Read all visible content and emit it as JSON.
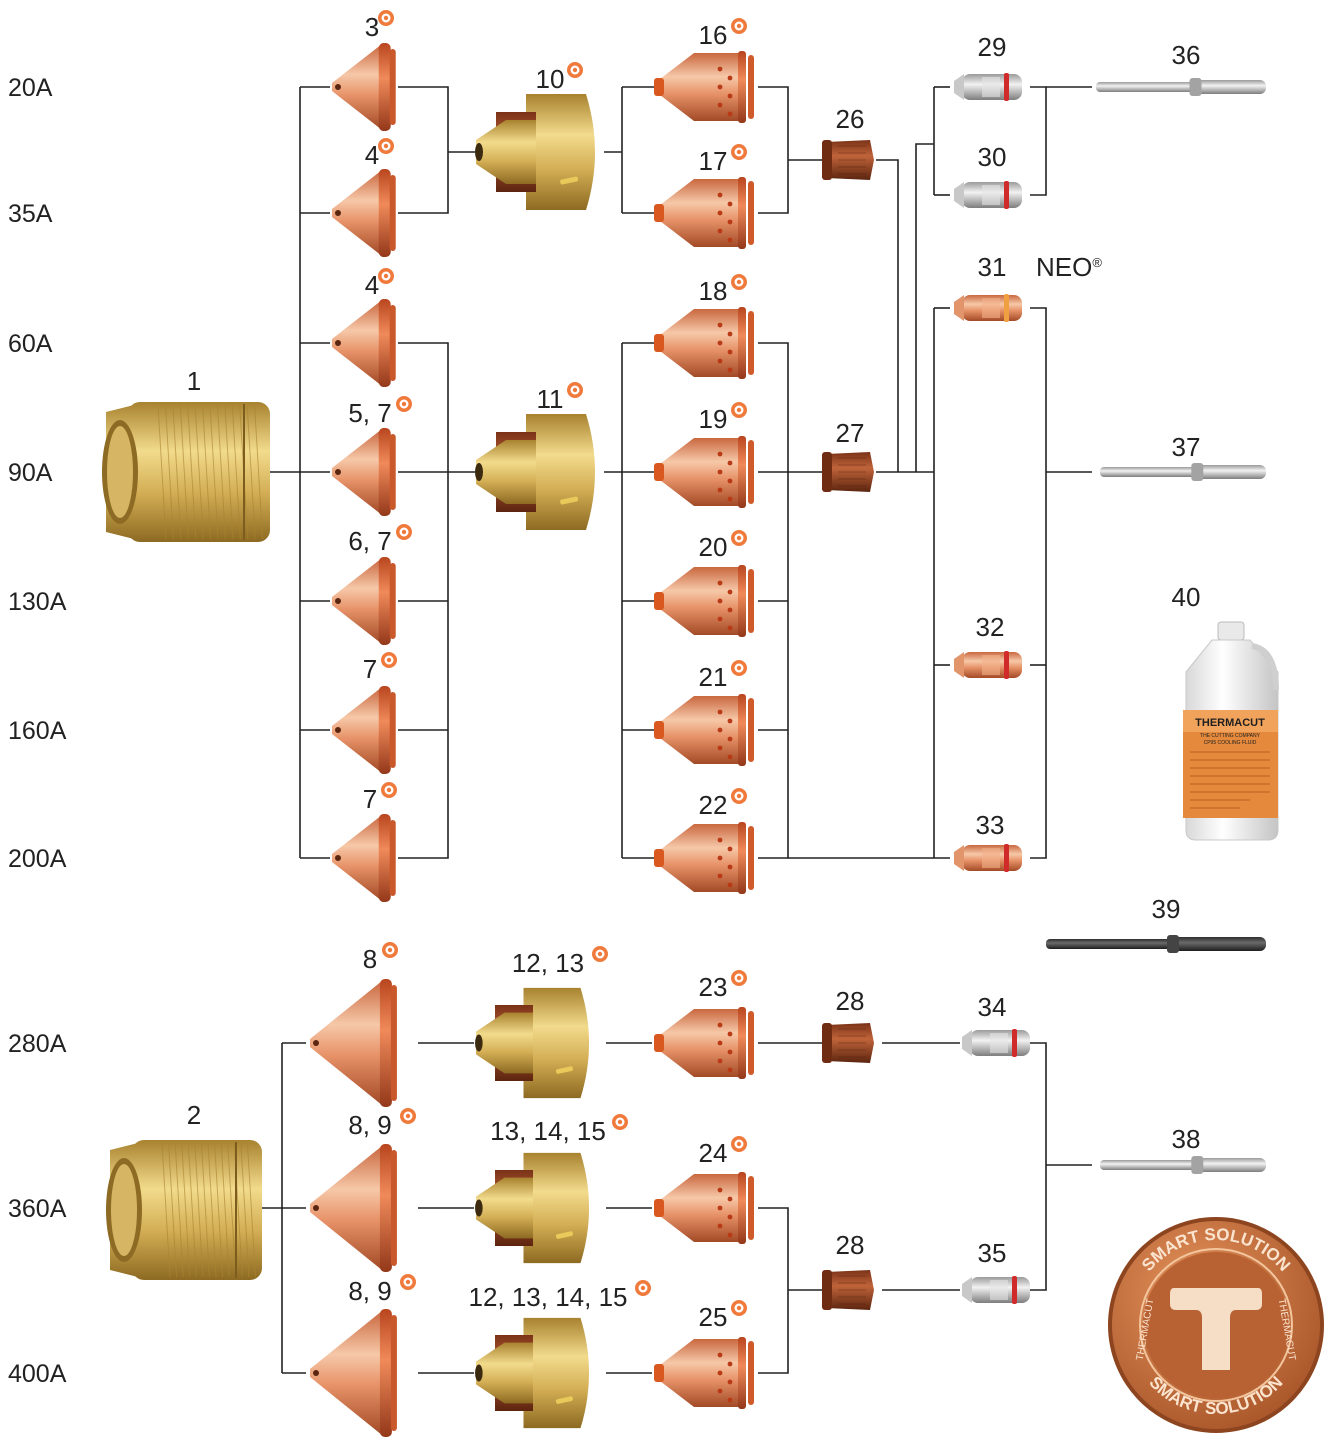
{
  "amperages": [
    "20A",
    "35A",
    "60A",
    "90A",
    "130A",
    "160A",
    "200A",
    "280A",
    "360A",
    "400A"
  ],
  "parts": {
    "p1": {
      "label": "1"
    },
    "p2": {
      "label": "2"
    },
    "p3": {
      "label": "3",
      "badge": "a"
    },
    "p4a": {
      "label": "4",
      "badge": "a"
    },
    "p4b": {
      "label": "4",
      "badge": "a"
    },
    "p57": {
      "label": "5, 7",
      "badge": "a"
    },
    "p67": {
      "label": "6, 7",
      "badge": "a"
    },
    "p7a": {
      "label": "7",
      "badge": "a"
    },
    "p7b": {
      "label": "7",
      "badge": "a"
    },
    "p8": {
      "label": "8",
      "badge": "b"
    },
    "p89a": {
      "label": "8, 9",
      "badge": "b"
    },
    "p89b": {
      "label": "8, 9",
      "badge": "b"
    },
    "p10": {
      "label": "10",
      "badge": "a"
    },
    "p11": {
      "label": "11",
      "badge": "a"
    },
    "p1213": {
      "label": "12, 13",
      "badge": "b"
    },
    "p131415": {
      "label": "13, 14, 15",
      "badge": "b"
    },
    "p12131415": {
      "label": "12, 13, 14, 15",
      "badge": "b"
    },
    "p16": {
      "label": "16",
      "badge": "a"
    },
    "p17": {
      "label": "17",
      "badge": "a"
    },
    "p18": {
      "label": "18",
      "badge": "a"
    },
    "p19": {
      "label": "19",
      "badge": "a"
    },
    "p20": {
      "label": "20",
      "badge": "a"
    },
    "p21": {
      "label": "21",
      "badge": "a"
    },
    "p22": {
      "label": "22",
      "badge": "a"
    },
    "p23": {
      "label": "23",
      "badge": "b"
    },
    "p24": {
      "label": "24",
      "badge": "b"
    },
    "p25": {
      "label": "25",
      "badge": "b"
    },
    "p26": {
      "label": "26"
    },
    "p27": {
      "label": "27"
    },
    "p28a": {
      "label": "28"
    },
    "p28b": {
      "label": "28"
    },
    "p29": {
      "label": "29"
    },
    "p30": {
      "label": "30"
    },
    "p31": {
      "label": "31"
    },
    "p32": {
      "label": "32"
    },
    "p33": {
      "label": "33"
    },
    "p34": {
      "label": "34"
    },
    "p35": {
      "label": "35"
    },
    "p36": {
      "label": "36"
    },
    "p37": {
      "label": "37"
    },
    "p38": {
      "label": "38"
    },
    "p39": {
      "label": "39"
    },
    "p40": {
      "label": "40"
    }
  },
  "neo": {
    "text": "NEO",
    "mark": "®"
  },
  "coolant_label": {
    "brand": "THERMACUT",
    "tagline": "THE CUTTING COMPANY",
    "product": "CP95 COOLING FLUID"
  },
  "seal": {
    "top": "SMART SOLUTION",
    "bottom": "SMART SOLUTION",
    "left": "THERMACUT",
    "right": "THERMACUT"
  },
  "colors": {
    "copper": "#e07a4c",
    "brass": "#c9a44a",
    "badge": "#f07a3c",
    "seal": "#c06a35"
  }
}
